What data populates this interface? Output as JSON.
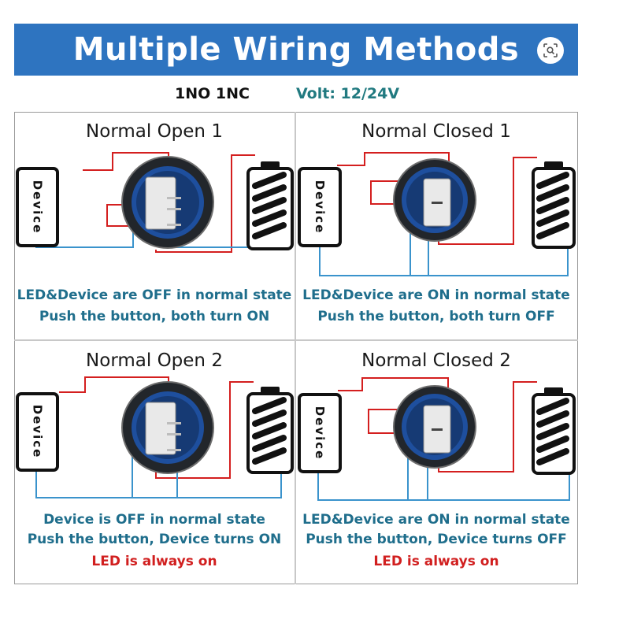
{
  "header": {
    "title": "Multiple Wiring Methods",
    "lens_icon": "visual-search-icon"
  },
  "specs": {
    "contact": "1NO 1NC",
    "volt": "Volt: 12/24V"
  },
  "colors": {
    "banner": "#2e74c0",
    "wire_red": "#d41f1f",
    "wire_blue": "#3a93cc",
    "text_teal": "#1f6e8c",
    "text_red": "#d11f1f"
  },
  "panels": [
    {
      "title": "Normal Open 1",
      "device_label": "Device",
      "captions": [
        "LED&Device are OFF in normal state",
        "Push the button, both turn ON"
      ],
      "red_caption": ""
    },
    {
      "title": "Normal Closed 1",
      "device_label": "Device",
      "captions": [
        "LED&Device are ON in normal state",
        "Push the button, both turn OFF"
      ],
      "red_caption": ""
    },
    {
      "title": "Normal Open 2",
      "device_label": "Device",
      "captions": [
        "Device is OFF in normal state",
        "Push the button, Device turns ON"
      ],
      "red_caption": "LED is always on"
    },
    {
      "title": "Normal Closed 2",
      "device_label": "Device",
      "captions": [
        "LED&Device are ON in normal state",
        "Push the button, Device turns OFF"
      ],
      "red_caption": "LED is always on"
    }
  ]
}
